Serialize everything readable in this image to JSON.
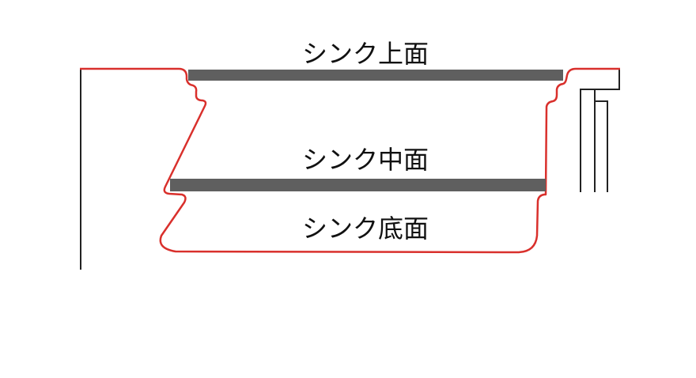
{
  "labels": {
    "top": "シンク上面",
    "middle": "シンク中面",
    "bottom": "シンク底面"
  },
  "colors": {
    "outline": "#d9302c",
    "shelf": "#5f5f5f",
    "structure": "#222222"
  }
}
